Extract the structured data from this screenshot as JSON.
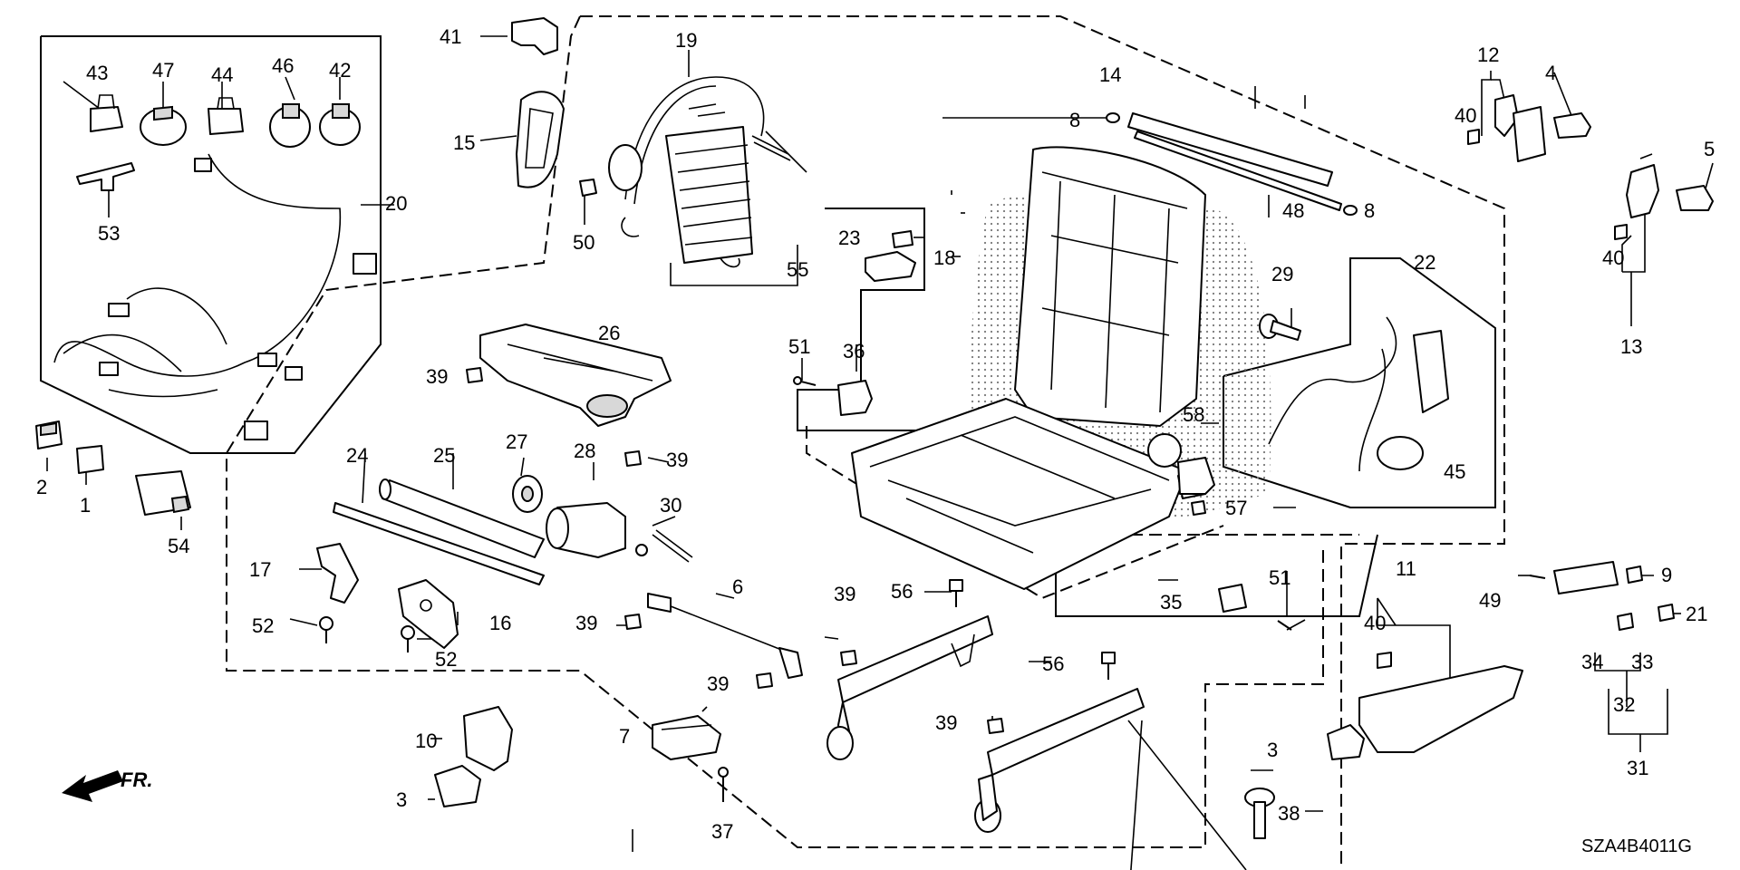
{
  "diagram": {
    "code": "SZA4B4011G",
    "direction_label": "FR.",
    "labels": {
      "p1": "1",
      "p2": "2",
      "p3a": "3",
      "p3b": "3",
      "p4": "4",
      "p5": "5",
      "p6": "6",
      "p7": "7",
      "p8a": "8",
      "p8b": "8",
      "p9": "9",
      "p10": "10",
      "p11": "11",
      "p12": "12",
      "p13": "13",
      "p14": "14",
      "p15": "15",
      "p16": "16",
      "p17": "17",
      "p18": "18",
      "p19": "19",
      "p20": "20",
      "p21": "21",
      "p22": "22",
      "p23": "23",
      "p24": "24",
      "p25": "25",
      "p26": "26",
      "p27": "27",
      "p28": "28",
      "p29": "29",
      "p30": "30",
      "p31": "31",
      "p32": "32",
      "p33": "33",
      "p34": "34",
      "p35": "35",
      "p36": "36",
      "p37": "37",
      "p38": "38",
      "p39a": "39",
      "p39b": "39",
      "p39c": "39",
      "p39d": "39",
      "p39e": "39",
      "p39f": "39",
      "p40a": "40",
      "p40b": "40",
      "p40c": "40",
      "p41": "41",
      "p42": "42",
      "p43": "43",
      "p44": "44",
      "p45": "45",
      "p46": "46",
      "p47": "47",
      "p48": "48",
      "p49": "49",
      "p50": "50",
      "p51a": "51",
      "p51b": "51",
      "p52a": "52",
      "p52b": "52",
      "p53": "53",
      "p54": "54",
      "p55": "55",
      "p56a": "56",
      "p56b": "56",
      "p57": "57",
      "p58": "58"
    }
  }
}
